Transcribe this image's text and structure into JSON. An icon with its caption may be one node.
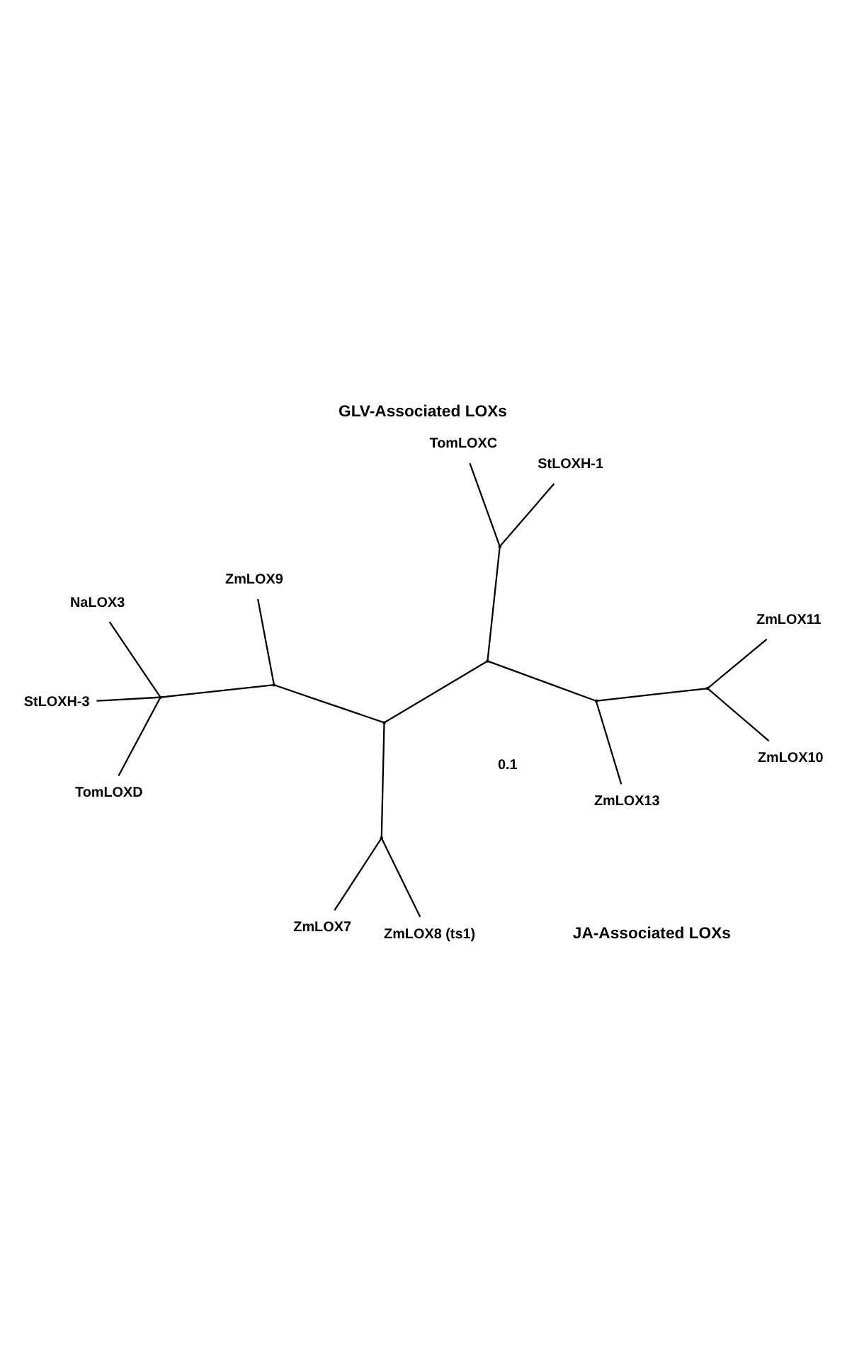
{
  "diagram": {
    "title": "GLV-Associated LOXs",
    "nodes": [
      {
        "text": [
          "ZmLOX13"
        ]
      },
      {
        "text": [
          "ZmLOX11"
        ]
      },
      {
        "text": [
          "ZmLOX10"
        ]
      },
      {
        "text": [
          "TomLOXC"
        ]
      },
      {
        "text": [
          "StLOXH-1"
        ]
      },
      {
        "text": [
          "ZmLOX7"
        ]
      },
      {
        "text": [
          "ZmLOX8 (ts1)"
        ]
      },
      {
        "text": [
          "ZmLOX9"
        ]
      },
      {
        "text": [
          "NaLOX3"
        ]
      },
      {
        "text": [
          "TomLOXD"
        ]
      },
      {
        "text": [
          "StLOXH-3"
        ]
      },
      {
        "text": [],
        "shape": "point"
      },
      {
        "text": [],
        "shape": "point"
      },
      {
        "text": [],
        "shape": "point"
      },
      {
        "text": [],
        "shape": "point"
      },
      {
        "text": [],
        "shape": "point"
      },
      {
        "text": [],
        "shape": "point"
      },
      {
        "text": [],
        "shape": "point"
      },
      {
        "text": [],
        "shape": "point"
      }
    ],
    "edges": [
      {
        "from": 11,
        "to": 12,
        "arrow": "none"
      },
      {
        "from": 11,
        "to": 13,
        "arrow": "none"
      },
      {
        "from": 11,
        "to": 14,
        "arrow": "none"
      },
      {
        "from": 12,
        "to": 0,
        "arrow": "none"
      },
      {
        "from": 12,
        "to": 15,
        "arrow": "none"
      },
      {
        "from": 15,
        "to": 1,
        "arrow": "none"
      },
      {
        "from": 15,
        "to": 2,
        "arrow": "none"
      },
      {
        "from": 13,
        "to": 3,
        "arrow": "none"
      },
      {
        "from": 13,
        "to": 4,
        "arrow": "none"
      },
      {
        "from": 14,
        "to": 16,
        "arrow": "none"
      },
      {
        "from": 14,
        "to": 17,
        "arrow": "none"
      },
      {
        "from": 16,
        "to": 5,
        "arrow": "none"
      },
      {
        "from": 16,
        "to": 6,
        "arrow": "none"
      },
      {
        "from": 17,
        "to": 7,
        "arrow": "none"
      },
      {
        "from": 17,
        "to": 18,
        "arrow": "none"
      },
      {
        "from": 18,
        "to": 8,
        "arrow": "none"
      },
      {
        "from": 18,
        "to": 9,
        "arrow": "none"
      },
      {
        "from": 18,
        "to": 10,
        "arrow": "none"
      }
    ],
    "labels": [
      "0.1",
      "JA-Associated LOXs"
    ]
  }
}
